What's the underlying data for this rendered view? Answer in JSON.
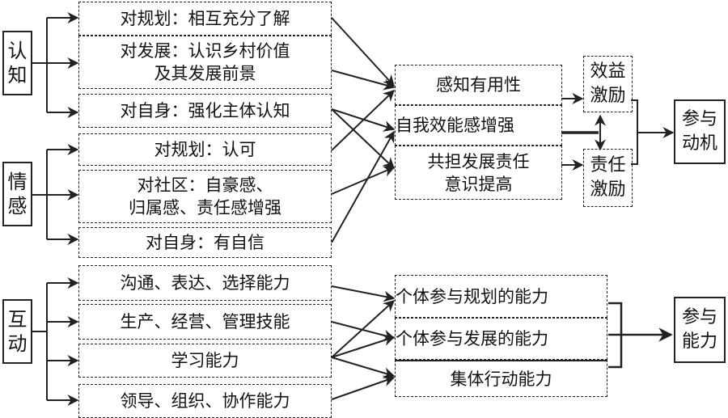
{
  "groups": {
    "cognition": {
      "label": "认知",
      "items": [
        "对规划：相互充分了解",
        "对发展：认识乡村价值\n及其发展前景",
        "对自身：强化主体认知"
      ]
    },
    "emotion": {
      "label": "情感",
      "items": [
        "对规划：认可",
        "对社区：自豪感、\n归属感、责任感增强",
        "对自身：有自信"
      ]
    },
    "interaction": {
      "label": "互动",
      "items": [
        "沟通、表达、选择能力",
        "生产、经营、管理技能",
        "学习能力",
        "领导、组织、协作能力"
      ]
    }
  },
  "middle_top": [
    "感知有用性",
    "自我效能感增强",
    "共担发展责任\n意识提高"
  ],
  "middle_bottom": [
    "个体参与规划的能力",
    "个体参与发展的能力",
    "集体行动能力"
  ],
  "incentives": [
    "效益\n激励",
    "责任\n激励"
  ],
  "outcomes": {
    "motivation": "参与\n动机",
    "ability": "参与\n能力"
  }
}
